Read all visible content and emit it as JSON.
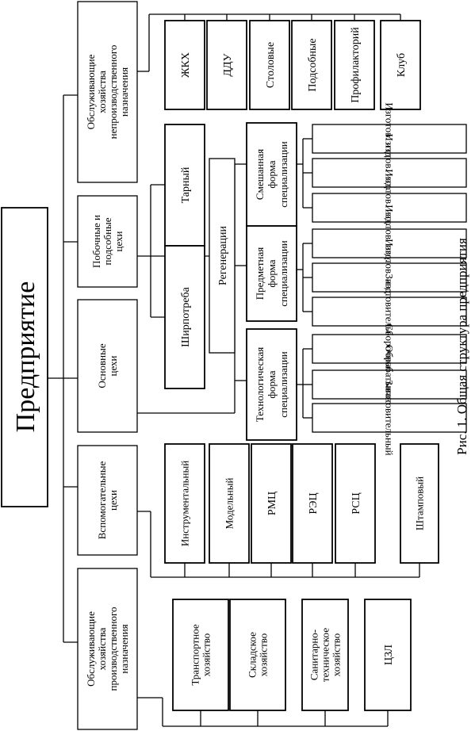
{
  "root": "Предприятие",
  "caption": "Рис. 1. Общая структура предприятия",
  "nodes": {
    "obsl_neproizv": [
      "Обслуживающие",
      "хозяйства",
      "непроизводственного",
      "назначения"
    ],
    "pobochnye": [
      "Побочные и",
      "подсобные",
      "цехи"
    ],
    "osnovnye": [
      "Основные",
      "цехи"
    ],
    "vspomogatelnye": [
      "Вспомогательные",
      "цехи"
    ],
    "obsl_proizv": [
      "Обслуживающие",
      "хозяйства",
      "производственного",
      "назначения"
    ],
    "zhkh": [
      "ЖКХ"
    ],
    "ddu": [
      "ДДУ"
    ],
    "stolovye": [
      "Столовые"
    ],
    "podsobnye": [
      "Подсобные"
    ],
    "profilaktoriy": [
      "Профилакторий"
    ],
    "klub": [
      "Клуб"
    ],
    "tarny": [
      "Тарный"
    ],
    "shirpotreba": [
      "Ширпотреба"
    ],
    "regeneratsii": [
      "Регенерации"
    ],
    "smeshannaya": [
      "Смешанная",
      "форма",
      "специализации"
    ],
    "predmetnaya": [
      "Предметная",
      "форма",
      "специализации"
    ],
    "tekhnologicheskaya": [
      "Технологическая",
      "форма",
      "специализации"
    ],
    "izgotov_sb": [
      "Изготов. изд. сб."
    ],
    "izgotov_mekh": [
      "Изготов. изд. мех."
    ],
    "izgotov_3": [
      "Изготов. изд. № 3"
    ],
    "izgotov_2": [
      "Изготов. изд. № 2"
    ],
    "izgotov_1": [
      "Изготов. изд. № 1"
    ],
    "zagotovitelny_p": [
      "Заготовительный"
    ],
    "sborochny": [
      "Сборочный"
    ],
    "obrabatyvayushchiy": [
      "Обрабатывающий"
    ],
    "zagotovitelny_t": [
      "Заготовительный"
    ],
    "instrumentalny": [
      "Инструментальный"
    ],
    "modelny": [
      "Модельный"
    ],
    "rmc": [
      "РМЦ"
    ],
    "rec": [
      "РЭЦ"
    ],
    "rsc": [
      "РСЦ"
    ],
    "shtampovy": [
      "Штамповый"
    ],
    "transportnoe": [
      "Транспортное",
      "хозяйство"
    ],
    "skladskoe": [
      "Складское",
      "хозяйство"
    ],
    "santekh": [
      "Санитарно-",
      "техническое",
      "хозяйство"
    ],
    "czl": [
      "ЦЗЛ"
    ]
  }
}
